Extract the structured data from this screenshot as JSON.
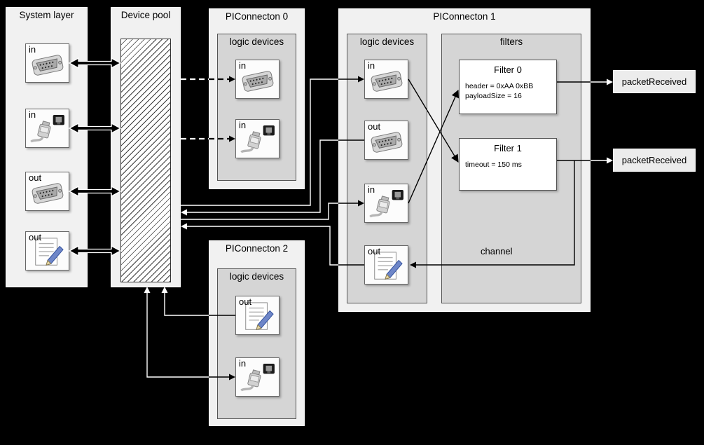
{
  "diagram": {
    "system_layer": {
      "title": "System layer",
      "devices": [
        {
          "label": "in",
          "icon": "serial-port"
        },
        {
          "label": "in",
          "icon": "ethernet"
        },
        {
          "label": "out",
          "icon": "serial-port"
        },
        {
          "label": "out",
          "icon": "script"
        }
      ]
    },
    "device_pool": {
      "title": "Device pool"
    },
    "piconnecton_0": {
      "title": "PIConnecton 0",
      "section": "logic devices",
      "devices": [
        {
          "label": "in",
          "icon": "serial-port"
        },
        {
          "label": "in",
          "icon": "ethernet"
        }
      ]
    },
    "piconnecton_2": {
      "title": "PIConnecton 2",
      "section": "logic devices",
      "devices": [
        {
          "label": "out",
          "icon": "script"
        },
        {
          "label": "in",
          "icon": "ethernet"
        }
      ]
    },
    "piconnecton_1": {
      "title": "PIConnecton 1",
      "logic_section": "logic devices",
      "filters_section": "filters",
      "devices": [
        {
          "label": "in",
          "icon": "serial-port"
        },
        {
          "label": "out",
          "icon": "serial-port"
        },
        {
          "label": "in",
          "icon": "ethernet"
        },
        {
          "label": "out",
          "icon": "script"
        }
      ],
      "filters": [
        {
          "title": "Filter 0",
          "params": [
            "header = 0xAA 0xBB",
            "payloadSize = 16"
          ]
        },
        {
          "title": "Filter 1",
          "params": [
            "timeout = 150 ms"
          ]
        }
      ],
      "channel_label": "channel"
    },
    "events": [
      {
        "label": "packetReceived"
      },
      {
        "label": "packetReceived"
      }
    ]
  },
  "colors": {
    "background": "#000000",
    "panel": "#f1f1f1",
    "section": "#d5d5d5",
    "node": "#fcfcfc",
    "accent_blue": "#6e86c8"
  }
}
